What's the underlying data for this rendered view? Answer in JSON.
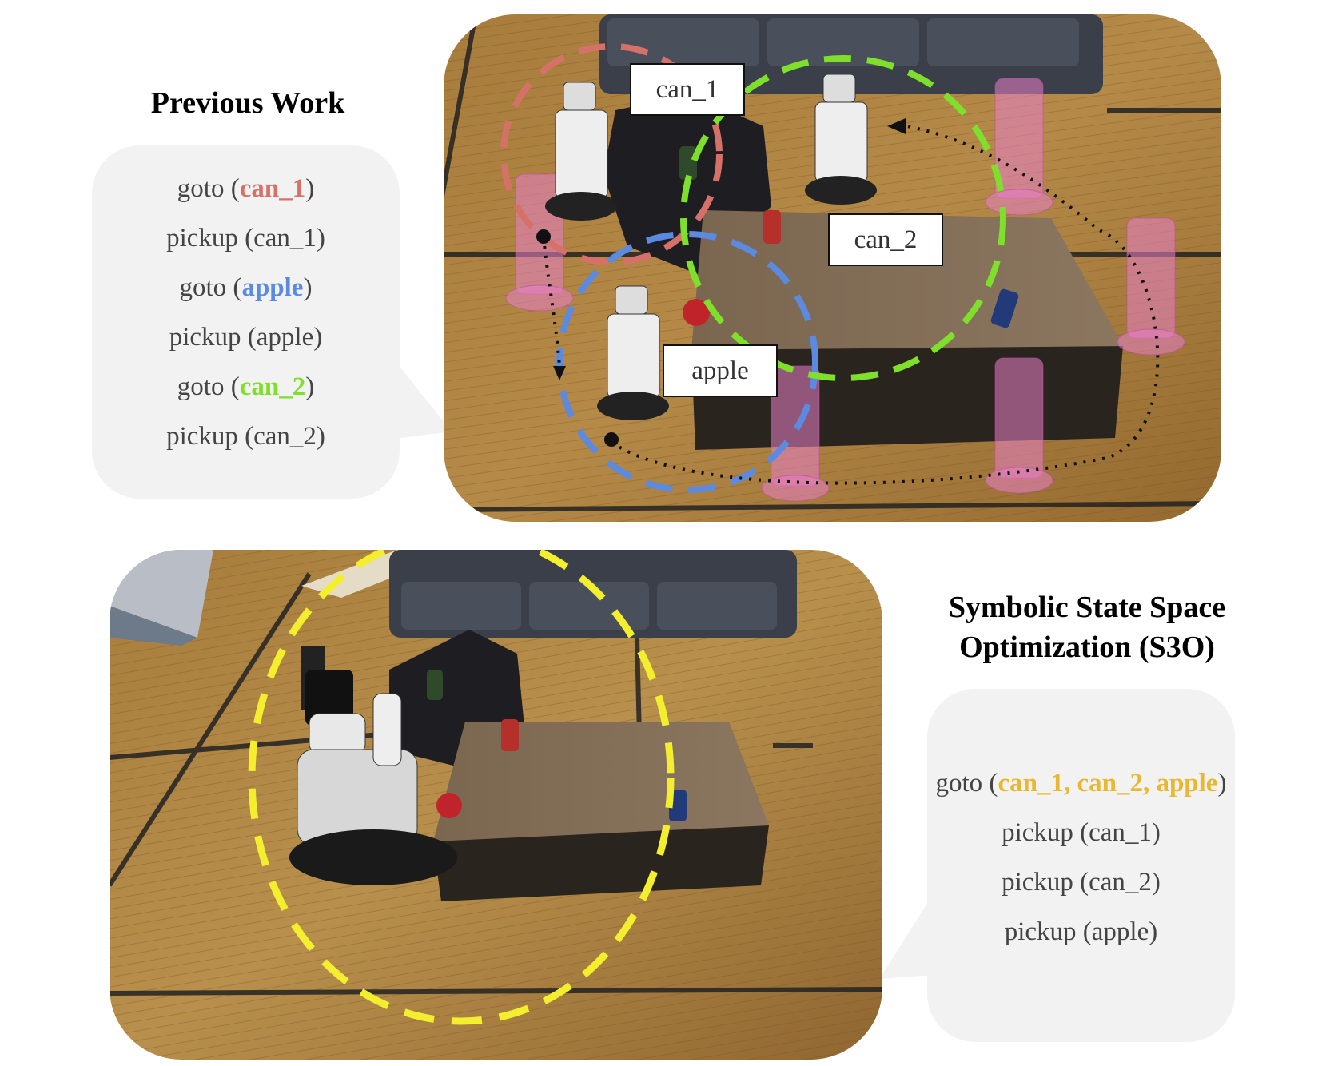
{
  "previous_work": {
    "title": "Previous Work",
    "plan": [
      {
        "pre": "goto (",
        "arg": "can_1",
        "post": ")",
        "color": "#d6716a"
      },
      {
        "pre": "pickup (can_1)",
        "arg": "",
        "post": "",
        "color": ""
      },
      {
        "pre": "goto (",
        "arg": "apple",
        "post": ")",
        "color": "#5b8ae0"
      },
      {
        "pre": "pickup (apple)",
        "arg": "",
        "post": "",
        "color": ""
      },
      {
        "pre": "goto (",
        "arg": "can_2",
        "post": ")",
        "color": "#7ee02a"
      },
      {
        "pre": "pickup (can_2)",
        "arg": "",
        "post": "",
        "color": ""
      }
    ],
    "labels": {
      "can1": "can_1",
      "can2": "can_2",
      "apple": "apple"
    }
  },
  "s3o": {
    "title_line1": "Symbolic State Space",
    "title_line2": "Optimization (S3O)",
    "plan": [
      {
        "pre": "goto (",
        "arg": "can_1, can_2, apple",
        "post": ")",
        "color": "#e8b830"
      },
      {
        "pre": "pickup (can_1)",
        "arg": "",
        "post": "",
        "color": ""
      },
      {
        "pre": "pickup (can_2)",
        "arg": "",
        "post": "",
        "color": ""
      },
      {
        "pre": "pickup (apple)",
        "arg": "",
        "post": "",
        "color": ""
      }
    ]
  },
  "colors": {
    "can_1": "#d6716a",
    "apple": "#5b8ae0",
    "can_2": "#7ee02a",
    "s3o": "#e8b830",
    "s3o_circle": "#f3ee2e",
    "ghost_robot": "#e880c8"
  }
}
